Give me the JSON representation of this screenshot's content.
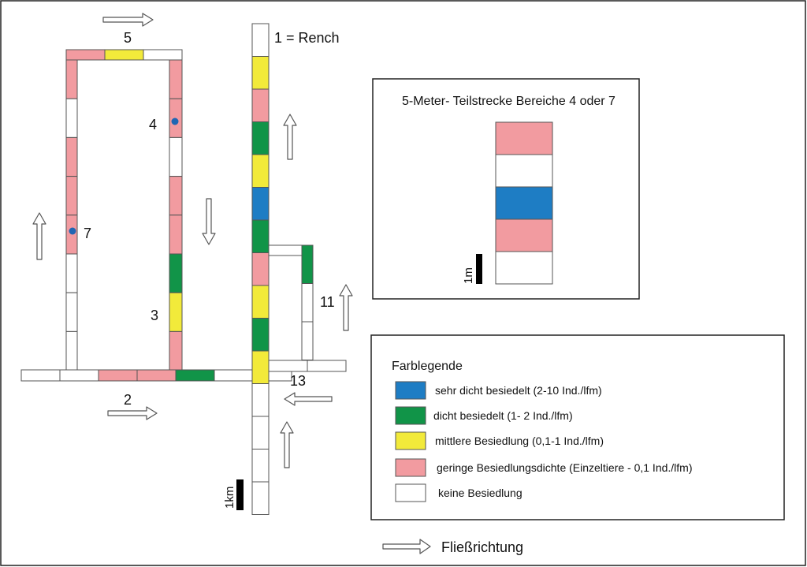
{
  "colors": {
    "sehr_dicht": "#1e7dc4",
    "dicht": "#119448",
    "mittel": "#f2ea3a",
    "gering": "#f29ba0",
    "keine": "#ffffff",
    "outline": "#555555",
    "point": "#2166b3"
  },
  "labels": {
    "rench": "1  = Rench",
    "l2": "2",
    "l3": "3",
    "l4": "4",
    "l5": "5",
    "l7": "7",
    "l11": "11",
    "l13": "13",
    "scale_km": "1km",
    "scale_m": "1m"
  },
  "inset": {
    "title": "5-Meter- Teilstrecke Bereiche 4 oder 7",
    "cells": [
      "gering",
      "keine",
      "sehr_dicht",
      "gering",
      "keine"
    ]
  },
  "legend": {
    "title": "Farblegende",
    "items": [
      {
        "key": "sehr_dicht",
        "label": "sehr dicht besiedelt (2-10 Ind./lfm)"
      },
      {
        "key": "dicht",
        "label": "dicht besiedelt (1- 2 Ind./lfm)"
      },
      {
        "key": "mittel",
        "label": "mittlere Besiedlung (0,1-1 Ind./lfm)"
      },
      {
        "key": "gering",
        "label": "geringe Besiedlungsdichte (Einzeltiere - 0,1 Ind./lfm)"
      },
      {
        "key": "keine",
        "label": "keine Besiedlung"
      }
    ]
  },
  "flow_label": "Fließrichtung",
  "streams": {
    "rench": [
      "keine",
      "mittel",
      "gering",
      "dicht",
      "mittel",
      "sehr_dicht",
      "dicht",
      "gering",
      "mittel",
      "dicht",
      "mittel",
      "keine",
      "keine",
      "keine",
      "keine"
    ],
    "s5": [
      "gering",
      "mittel",
      "keine"
    ],
    "s7": [
      "gering",
      "keine",
      "gering",
      "gering",
      "gering",
      "keine",
      "keine",
      "keine"
    ],
    "s4": [
      "gering",
      "gering",
      "keine",
      "gering",
      "gering",
      "dicht",
      "mittel",
      "gering"
    ],
    "s2": [
      "keine",
      "gering",
      "gering",
      "dicht",
      "keine",
      "keine"
    ],
    "s11": [
      "dicht",
      "keine",
      "keine"
    ],
    "s11_top": [
      "keine"
    ],
    "s13": [
      "keine",
      "keine"
    ]
  }
}
